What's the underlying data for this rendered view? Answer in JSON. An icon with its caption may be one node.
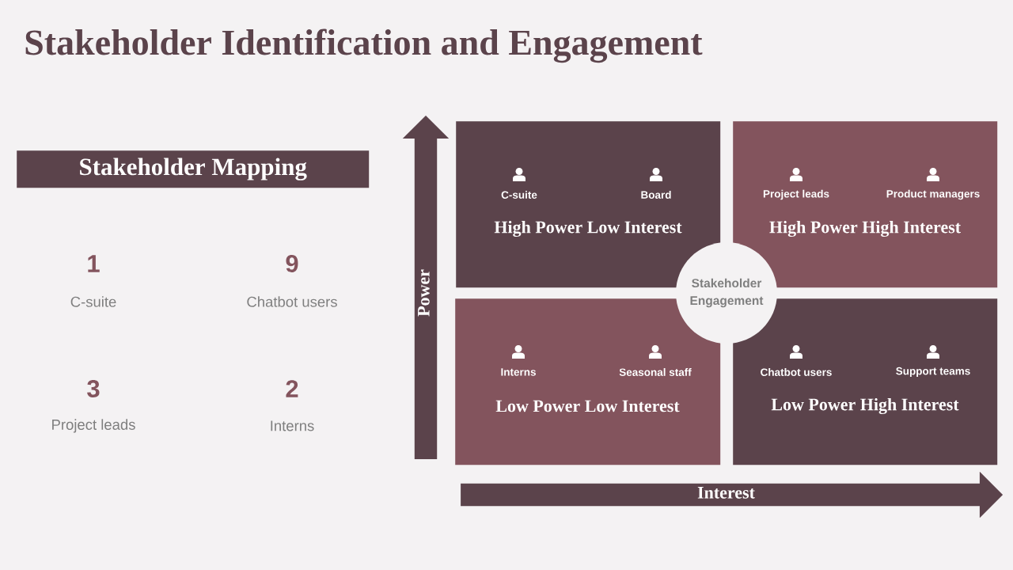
{
  "diagram": {
    "title": "Stakeholder Identification and Engagement",
    "nodes": [
      {
        "text": [
          "Stakeholder Mapping"
        ]
      },
      {
        "text": [
          "Power"
        ]
      },
      {
        "text": [
          "C-suite",
          "Board",
          "High Power Low Interest"
        ]
      },
      {
        "text": [
          "Project leads",
          "Product managers",
          "High Power High Interest"
        ]
      },
      {
        "text": [
          "Stakeholder Engagement"
        ]
      },
      {
        "text": [
          "Interns",
          "Seasonal staff",
          "Low Power Low Interest"
        ]
      },
      {
        "text": [
          "Chatbot users",
          "Support teams",
          "Low Power High Interest"
        ]
      },
      {
        "text": [
          "Interest"
        ]
      }
    ],
    "labels": [
      "1",
      "C-suite",
      "9",
      "Chatbot users",
      "3",
      "Project leads",
      "2",
      "Interns"
    ]
  }
}
